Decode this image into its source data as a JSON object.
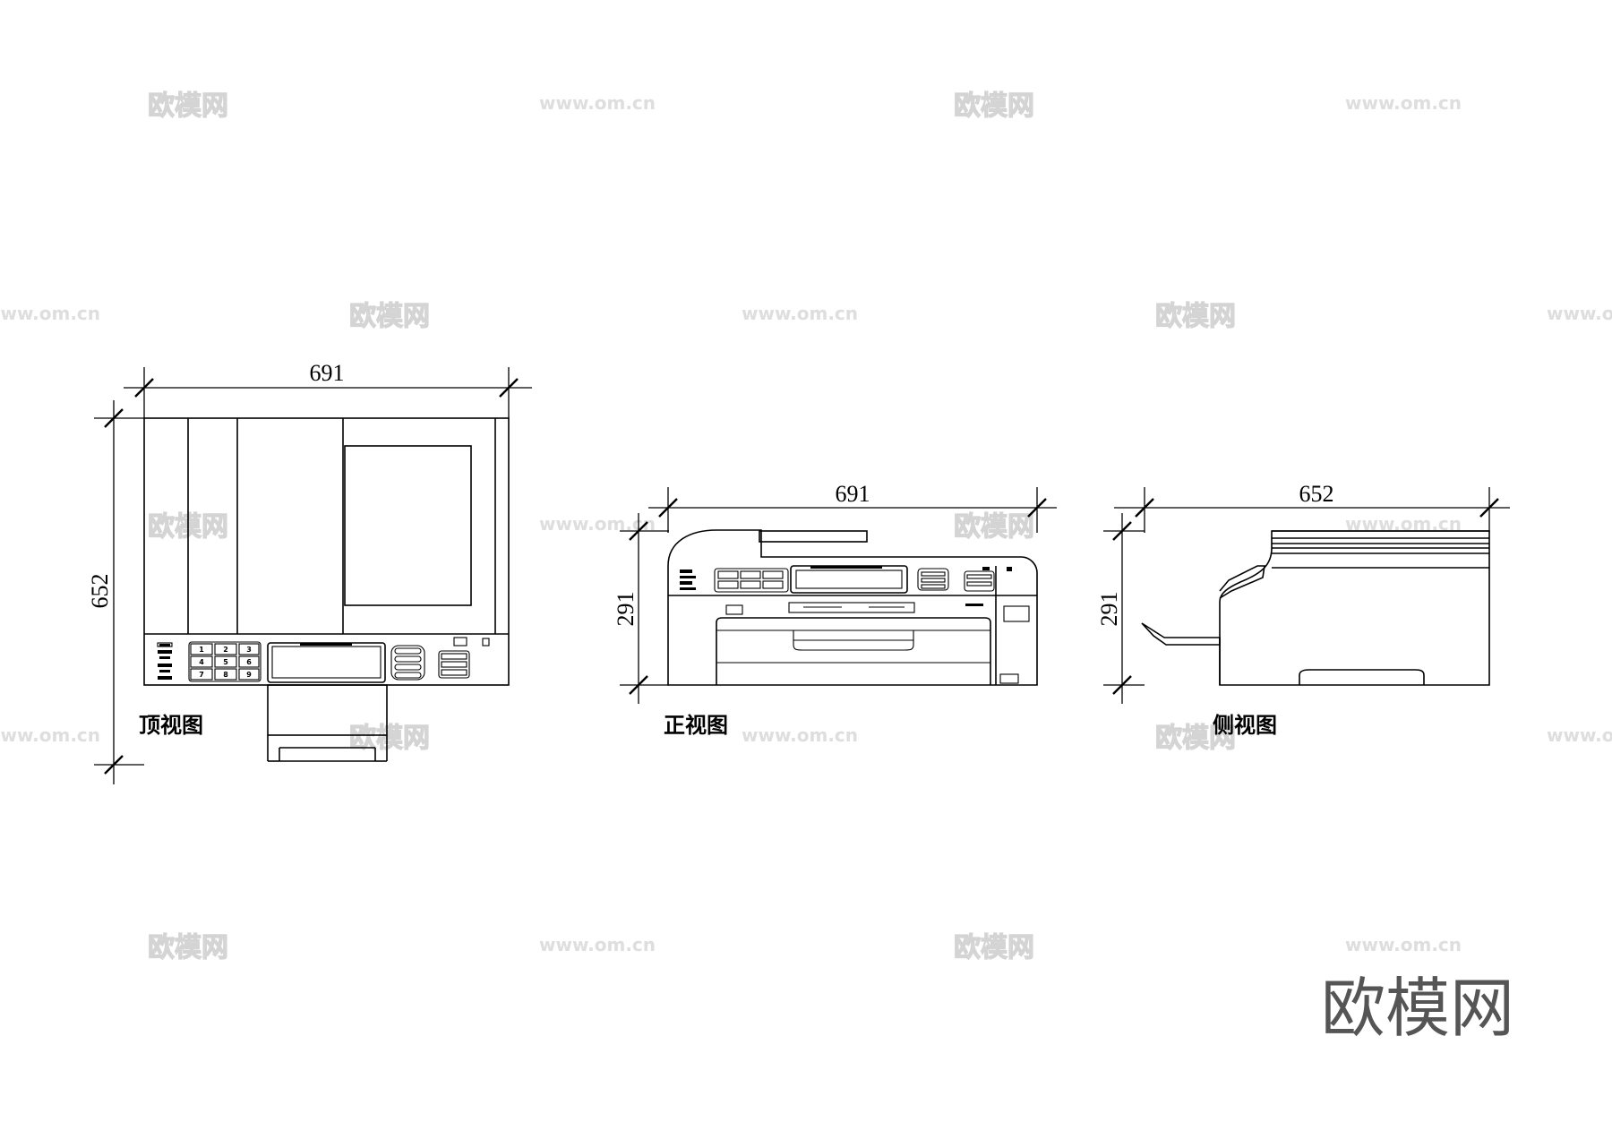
{
  "watermark": {
    "text": "欧模网",
    "url": "www.om.cn"
  },
  "brand": "欧模网",
  "top_view": {
    "label": "顶视图",
    "width_dim": "691",
    "depth_dim": "652",
    "keypad": [
      "1",
      "2",
      "3",
      "4",
      "5",
      "6",
      "7",
      "8",
      "9"
    ]
  },
  "front_view": {
    "label": "正视图",
    "width_dim": "691",
    "height_dim": "291"
  },
  "side_view": {
    "label": "侧视图",
    "depth_dim": "652",
    "height_dim": "291"
  }
}
